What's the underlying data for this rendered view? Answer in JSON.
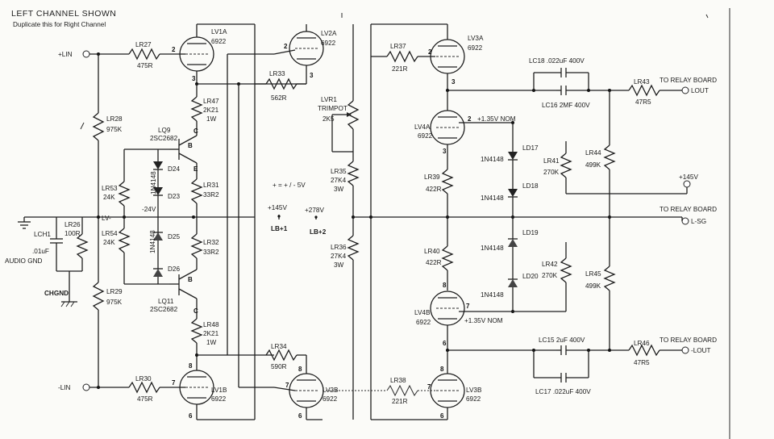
{
  "title": "LEFT CHANNEL SHOWN",
  "subtitle": "Duplicate this for Right Channel",
  "inputs": {
    "plus": "+LIN",
    "minus": "-LIN"
  },
  "outputs": {
    "lout_top": "LOUT",
    "lsg": "L-SG",
    "lout_bot": "-LOUT",
    "to_relay": "TO RELAY BOARD"
  },
  "tubes": {
    "lv1a": "LV1A",
    "lv1b": "LV1B",
    "lv2a": "LV2A",
    "lv2b": "LV2B",
    "lv3a": "LV3A",
    "lv3b": "LV3B",
    "lv4a": "LV4A",
    "lv4b": "LV4B",
    "type": "6922"
  },
  "resistors": {
    "lr27": "LR27",
    "lr27v": "475R",
    "lr30": "LR30",
    "lr30v": "475R",
    "lr28": "LR28",
    "lr28v": "975K",
    "lr29": "LR29",
    "lr29v": "975K",
    "lr26": "LR26",
    "lr26v": "100R",
    "lr33": "LR33",
    "lr33v": "562R",
    "lr34": "LR34",
    "lr34v": "590R",
    "lr47": "LR47",
    "lr47v": "2K21",
    "lr47w": "1W",
    "lr48": "LR48",
    "lr48v": "2K21",
    "lr48w": "1W",
    "lr53": "LR53",
    "lr53v": "24K",
    "lr54": "LR54",
    "lr54v": "24K",
    "lr31": "LR31",
    "lr31v": "33R2",
    "lr32": "LR32",
    "lr32v": "33R2",
    "lvr1": "LVR1",
    "lvr1t": "TRIMPOT",
    "lvr1v": "2K5",
    "lr35": "LR35",
    "lr35v": "27K4",
    "lr35w": "3W",
    "lr36": "LR36",
    "lr36v": "27K4",
    "lr36w": "3W",
    "lr37": "LR37",
    "lr37v": "221R",
    "lr38": "LR38",
    "lr38v": "221R",
    "lr39": "LR39",
    "lr39v": "422R",
    "lr40": "LR40",
    "lr40v": "422R",
    "lr41": "LR41",
    "lr41v": "270K",
    "lr42": "LR42",
    "lr42v": "270K",
    "lr43": "LR43",
    "lr43v": "47R5",
    "lr44": "LR44",
    "lr44v": "499K",
    "lr45": "LR45",
    "lr45v": "499K",
    "lr46": "LR46",
    "lr46v": "47R5"
  },
  "caps": {
    "lc18": "LC18 .022uF 400V",
    "lc16": "LC16 2MF 400V",
    "lc15": "LC15 2uF 400V",
    "lc17": "LC17 .022uF 400V",
    "lch1": "LCH1",
    "lch1v": ".01uF"
  },
  "diodes": {
    "d24": "D24",
    "d23": "D23",
    "d25": "D25",
    "d26": "D26",
    "ld17": "LD17",
    "ld18": "LD18",
    "ld19": "LD19",
    "ld20": "LD20",
    "part": "1N4148"
  },
  "transistors": {
    "lq9": "LQ9",
    "lq11": "LQ11",
    "part": "2SC2682"
  },
  "nodes": {
    "lv": "LV-",
    "m24": "-24V",
    "rail_note": "+ = + / - 5V",
    "p145": "+145V",
    "p278": "+278V",
    "lb1": "LB+1",
    "lb2": "LB+2",
    "p135": "+1.35V NOM",
    "p145r": "+145V"
  },
  "grounds": {
    "audio": "AUDIO GND",
    "chgnd": "CHGND"
  },
  "pins": {
    "p2": "2",
    "p3": "3",
    "p6": "6",
    "p7": "7",
    "p8": "8",
    "b": "B",
    "c": "C",
    "e": "E"
  }
}
